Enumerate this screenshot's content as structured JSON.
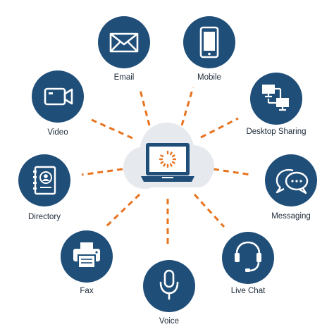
{
  "colors": {
    "circle": "#1f4e79",
    "icon": "#ffffff",
    "dash": "#e8731f",
    "cloud": "#e6e9ee",
    "laptop": "#1f4e79",
    "spinner": "#e8731f",
    "label": "#1c2a38"
  },
  "center": {
    "icon": "cloud-laptop-icon"
  },
  "services": [
    {
      "id": "email",
      "label": "Email",
      "icon": "envelope-icon"
    },
    {
      "id": "mobile",
      "label": "Mobile",
      "icon": "smartphone-icon"
    },
    {
      "id": "desktop-sharing",
      "label": "Desktop Sharing",
      "icon": "network-monitors-icon"
    },
    {
      "id": "messaging",
      "label": "Messaging",
      "icon": "chat-bubbles-icon"
    },
    {
      "id": "live-chat",
      "label": "Live Chat",
      "icon": "headset-icon"
    },
    {
      "id": "voice",
      "label": "Voice",
      "icon": "microphone-icon"
    },
    {
      "id": "fax",
      "label": "Fax",
      "icon": "fax-printer-icon"
    },
    {
      "id": "directory",
      "label": "Directory",
      "icon": "address-book-icon"
    },
    {
      "id": "video",
      "label": "Video",
      "icon": "video-camera-icon"
    }
  ]
}
